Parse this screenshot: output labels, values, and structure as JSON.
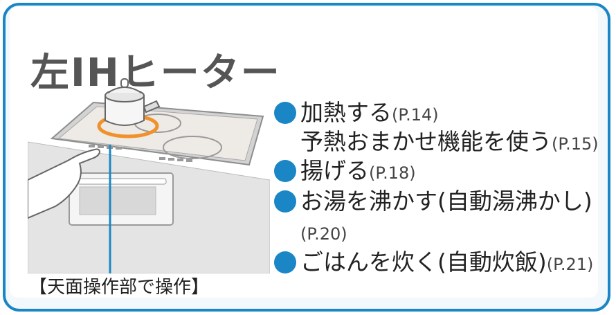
{
  "title": "左IHヒーター",
  "caption": "【天面操作部で操作】",
  "items": [
    {
      "label": "加熱する",
      "ref": "(P.14)"
    },
    {
      "label": "予熱おまかせ機能を使う",
      "ref": "(P.15)"
    },
    {
      "label": "揚げる",
      "ref": "(P.18)"
    },
    {
      "label": "お湯を沸かす(自動湯沸かし)",
      "ref": "(P.20)"
    },
    {
      "label": "ごはんを炊く(自動炊飯)",
      "ref": "(P.21)"
    }
  ],
  "colors": {
    "frame": "#1a86c6",
    "title": "#555555",
    "heating_ring": "#f0922b"
  },
  "icons": {
    "bullet": "blue-circle-bullet"
  }
}
